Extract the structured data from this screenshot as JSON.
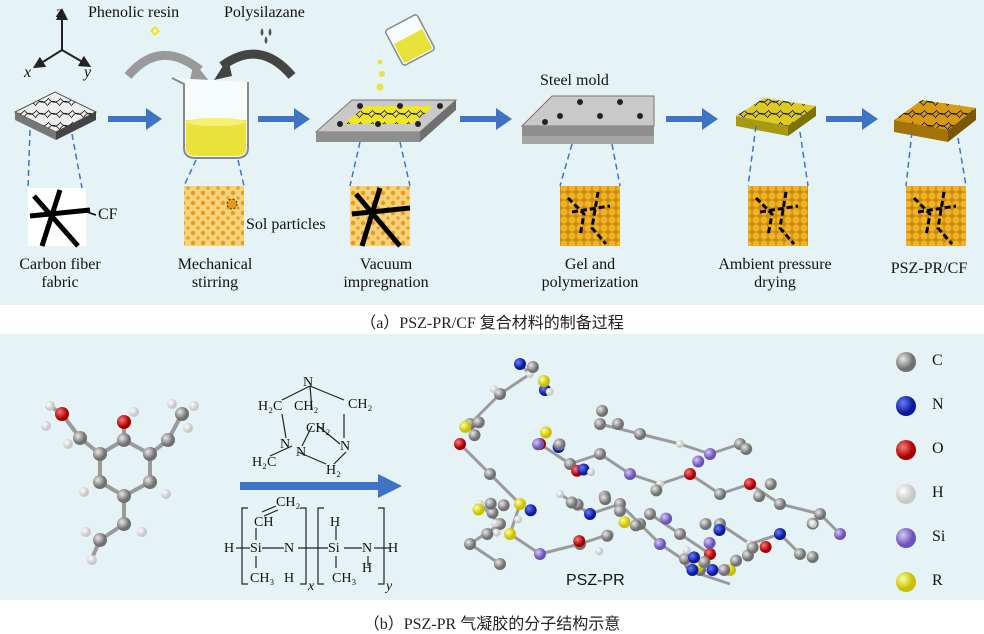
{
  "panel_a": {
    "axes": {
      "z": "z",
      "x": "x",
      "y": "y"
    },
    "inputs": {
      "phenolic_resin": "Phenolic resin",
      "polysilazane": "Polysilazane"
    },
    "steel_mold": "Steel mold",
    "callouts": {
      "cf": "CF",
      "sol_particles": "Sol particles"
    },
    "steps": [
      {
        "l1": "Carbon fiber",
        "l2": "fabric"
      },
      {
        "l1": "Mechanical",
        "l2": "stirring"
      },
      {
        "l1": "Vacuum",
        "l2": "impregnation"
      },
      {
        "l1": "Gel and",
        "l2": "polymerization"
      },
      {
        "l1": "Ambient pressure",
        "l2": "drying"
      },
      {
        "l1": "PSZ-PR/CF",
        "l2": ""
      }
    ],
    "caption": "（a）PSZ-PR/CF 复合材料的制备过程"
  },
  "panel_b": {
    "hexamine": {
      "h2c_a": "H₂C",
      "ch2_a": "CH₂",
      "ch2_b": "CH₂",
      "ch2_c": "CH₂",
      "h2c_b": "H₂C",
      "h2": "H₂",
      "n": "N"
    },
    "polysilazane": {
      "ch2": "CH₂",
      "ch": "CH",
      "h": "H",
      "si": "Si",
      "n": "N",
      "ch3": "CH₃",
      "x": "x",
      "y": "y"
    },
    "product_label": "PSZ-PR",
    "legend": [
      {
        "label": "C",
        "color": "#9a9a9a"
      },
      {
        "label": "N",
        "color": "#1a2fd8"
      },
      {
        "label": "O",
        "color": "#e01010"
      },
      {
        "label": "H",
        "color": "#f2f2f2"
      },
      {
        "label": "Si",
        "color": "#9d86d6"
      },
      {
        "label": "R",
        "color": "#f2ee10"
      }
    ],
    "caption": "（b）PSZ-PR 气凝胶的分子结构示意"
  },
  "colors": {
    "arrow": "#3f74c4",
    "panel_bg": "#e6f3f6",
    "sol": "#f3b83a",
    "resin": "#e8e23a"
  }
}
